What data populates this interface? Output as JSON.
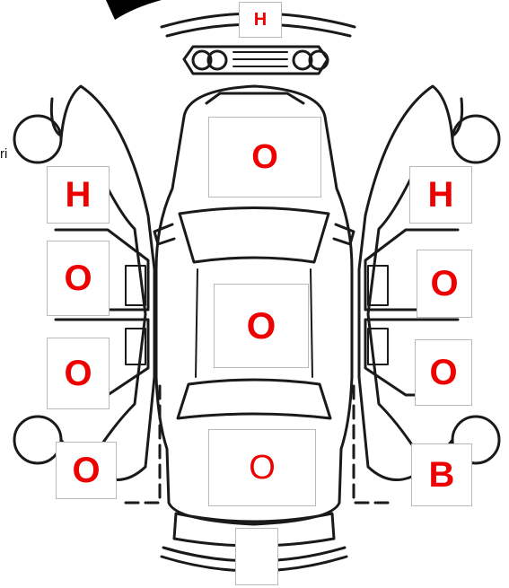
{
  "marker_color": "#ee0000",
  "line_color": "#1a1a1a",
  "edge_text": "ri",
  "markers": {
    "front_bumper": "H",
    "hood": "O",
    "roof": "O",
    "trunk": "O",
    "rear_bumper": "",
    "left_front_fender": "H",
    "left_front_door": "O",
    "left_rear_door": "O",
    "left_rear_quarter": "O",
    "right_front_fender": "H",
    "right_front_door": "O",
    "right_rear_door": "O",
    "right_rear_quarter": "B"
  }
}
